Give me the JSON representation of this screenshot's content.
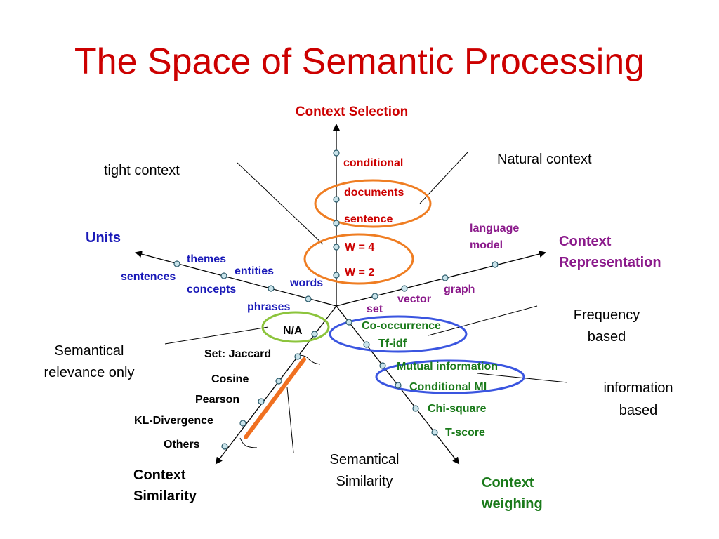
{
  "slide": {
    "title": "The Space of Semantic Processing"
  },
  "colors": {
    "title": "#cc0000",
    "context_selection": "#cc0000",
    "units": "#1a1ab8",
    "context_representation": "#8b1a8b",
    "context_weighing": "#1a7a1a",
    "context_similarity": "#000000",
    "highlight_orange": "#ef7d22",
    "highlight_blue": "#3a55e0",
    "highlight_green": "#8cc43c",
    "dot_fill": "#c9e3ea",
    "bar": "#f07020"
  },
  "axes": {
    "context_selection": {
      "label": "Context Selection",
      "ticks": [
        "conditional",
        "documents",
        "sentence",
        "W = 4",
        "W = 2"
      ]
    },
    "units": {
      "label": "Units",
      "ticks": [
        "themes",
        "sentences",
        "entities",
        "concepts",
        "words",
        "phrases"
      ]
    },
    "context_representation": {
      "label_line1": "Context",
      "label_line2": "Representation",
      "ticks": [
        "language",
        "model",
        "graph",
        "vector",
        "set"
      ]
    },
    "context_weighing": {
      "label_line1": "Context",
      "label_line2": "weighing",
      "ticks": [
        "Co-occurrence",
        "Tf-idf",
        "Mutual information",
        "Conditional MI",
        "Chi-square",
        "T-score"
      ]
    },
    "context_similarity": {
      "label_line1": "Context",
      "label_line2": "Similarity",
      "ticks": [
        "N/A",
        "Set: Jaccard",
        "Cosine",
        "Pearson",
        "KL-Divergence",
        "Others"
      ]
    }
  },
  "callouts": {
    "tight_context": "tight context",
    "natural_context": "Natural context",
    "frequency_based_1": "Frequency",
    "frequency_based_2": "based",
    "information_based_1": "information",
    "information_based_2": "based",
    "semantical_relevance_1": "Semantical",
    "semantical_relevance_2": "relevance only",
    "semantical_similarity_1": "Semantical",
    "semantical_similarity_2": "Similarity"
  }
}
